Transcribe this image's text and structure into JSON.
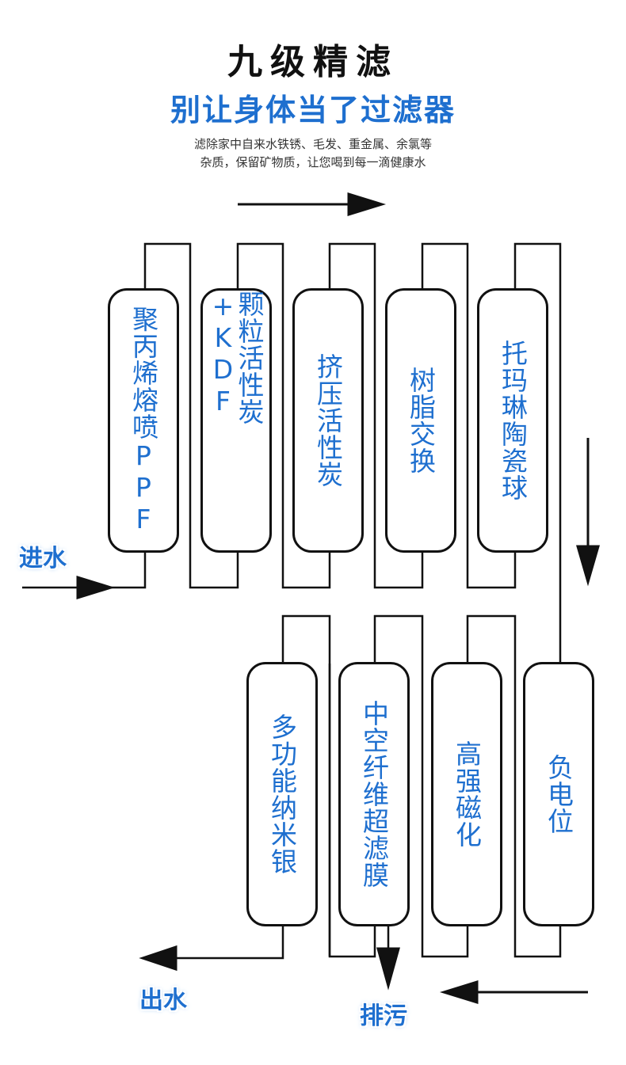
{
  "header": {
    "title": "九级精滤",
    "subtitle": "别让身体当了过滤器",
    "description_line1": "滤除家中自来水铁锈、毛发、重金属、余氯等",
    "description_line2": "杂质，保留矿物质，让您喝到每一滴健康水"
  },
  "stages_top": [
    {
      "label": "聚丙烯熔喷PPF"
    },
    {
      "label": "颗粒活性炭+KDF"
    },
    {
      "label": "挤压活性炭"
    },
    {
      "label": "树脂交换"
    },
    {
      "label": "托玛琳陶瓷球"
    }
  ],
  "stages_bottom": [
    {
      "label": "多功能纳米银"
    },
    {
      "label": "中空纤维超滤膜"
    },
    {
      "label": "高强磁化"
    },
    {
      "label": "负电位"
    }
  ],
  "flow_labels": {
    "water_in": "进水",
    "water_out": "出水",
    "drain": "排污"
  },
  "colors": {
    "accent": "#1e6fcf",
    "line": "#111111"
  }
}
